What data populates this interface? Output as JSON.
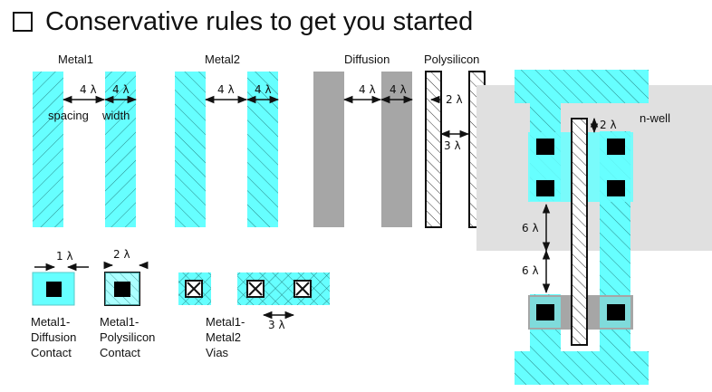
{
  "slide": {
    "title": "Conservative rules to get you started"
  },
  "colors": {
    "metal": "#66ffff",
    "diffusion": "#a6a6a6",
    "nwell": "#e0e0e0",
    "contact": "#000000",
    "hatch": "#1a1a1a"
  },
  "layers": {
    "metal1": "Metal1",
    "metal2": "Metal2",
    "diffusion": "Diffusion",
    "polysilicon": "Polysilicon"
  },
  "dims": {
    "four_lambda": "4 λ",
    "two_lambda": "2 λ",
    "three_lambda": "3 λ",
    "one_lambda": "1 λ",
    "six_lambda": "6 λ",
    "spacing": "spacing",
    "width": "width"
  },
  "nwell_label": "n-well",
  "contacts": {
    "diff_contact": [
      "Metal1-",
      "Diffusion",
      "Contact"
    ],
    "poly_contact": [
      "Metal1-",
      "Polysilicon",
      "Contact"
    ],
    "vias": [
      "Metal1-",
      "Metal2",
      "Vias"
    ]
  }
}
